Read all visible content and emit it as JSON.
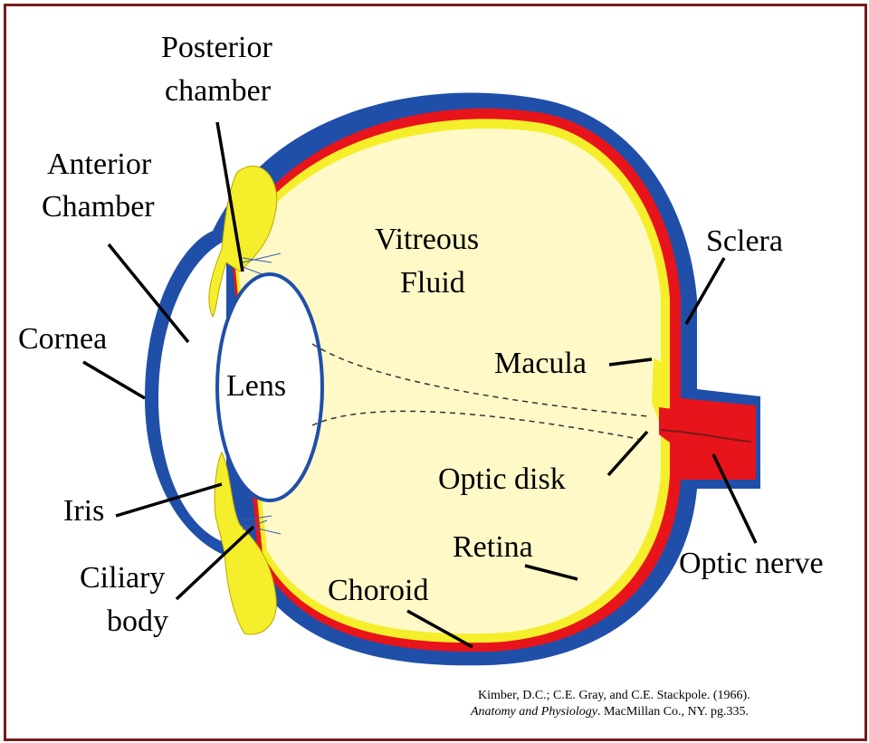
{
  "labels": {
    "posterior_chamber_1": "Posterior",
    "posterior_chamber_2": "chamber",
    "anterior_chamber_1": "Anterior",
    "anterior_chamber_2": "Chamber",
    "cornea": "Cornea",
    "lens": "Lens",
    "vitreous_1": "Vitreous",
    "vitreous_2": "Fluid",
    "sclera": "Sclera",
    "macula": "Macula",
    "optic_disk": "Optic disk",
    "retina": "Retina",
    "optic_nerve": "Optic nerve",
    "iris": "Iris",
    "ciliary_1": "Ciliary",
    "ciliary_2": "body",
    "choroid": "Choroid"
  },
  "citation": {
    "line1": "Kimber, D.C.; C.E. Gray, and C.E. Stackpole. (1966).",
    "line2_title": "Anatomy and Physiology",
    "line2_rest": ". MacMillan Co., NY. pg.335."
  },
  "colors": {
    "border": "#7a1a1a",
    "sclera": "#1f4fa8",
    "choroid": "#e8141b",
    "retina": "#f5ee2a",
    "vitreous": "#fff9c8",
    "ciliary": "#f5ee2a"
  }
}
